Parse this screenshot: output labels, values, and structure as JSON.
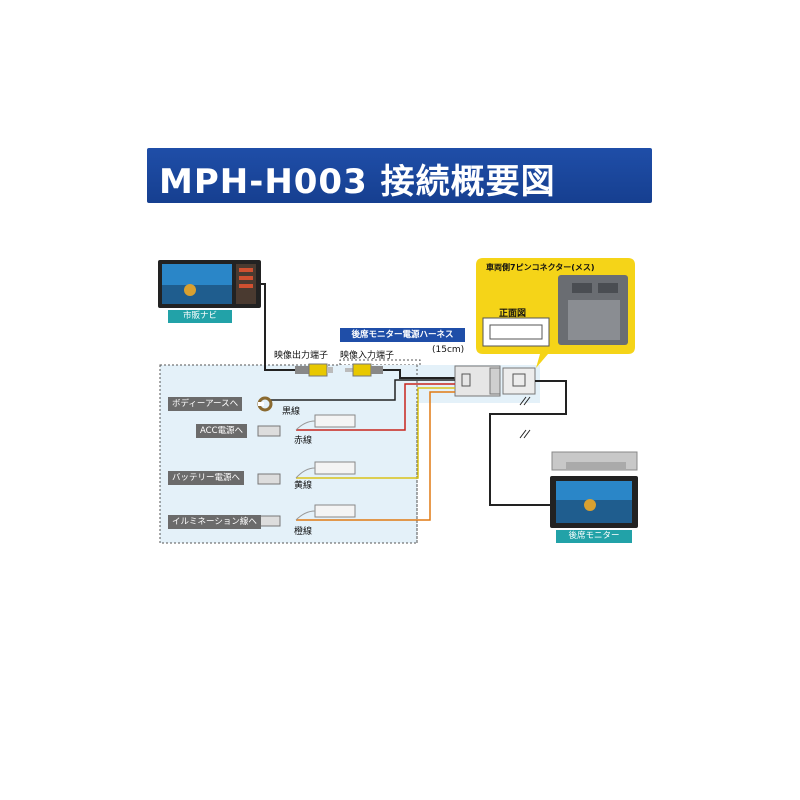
{
  "title": "MPH-H003 接続概要図",
  "labels": {
    "navi": "市販ナビ",
    "rear_monitor": "後席モニター",
    "harness": "後席モニター電源ハーネス",
    "harness_length": "(15cm)",
    "video_out": "映像出力端子",
    "video_in": "映像入力端子",
    "connector_title": "車両側7ピンコネクター(メス)",
    "front_view": "正面図",
    "body_earth": "ボディーアースへ",
    "acc": "ACC電源へ",
    "battery": "バッテリー電源へ",
    "illumination": "イルミネーション線へ",
    "black_wire": "黒線",
    "red_wire": "赤線",
    "yellow_wire": "黄線",
    "orange_wire": "橙線"
  },
  "colors": {
    "title_bg": "#1f4ea8",
    "tag_bg": "#22a2a8",
    "harness_tag_bg": "#1f4ea8",
    "callout_bg": "#f5d418",
    "panel_bg": "#e4f1f9",
    "wire_black": "#222222",
    "wire_red": "#c8261e",
    "wire_yellow": "#d9c21a",
    "wire_orange": "#e07a14"
  }
}
